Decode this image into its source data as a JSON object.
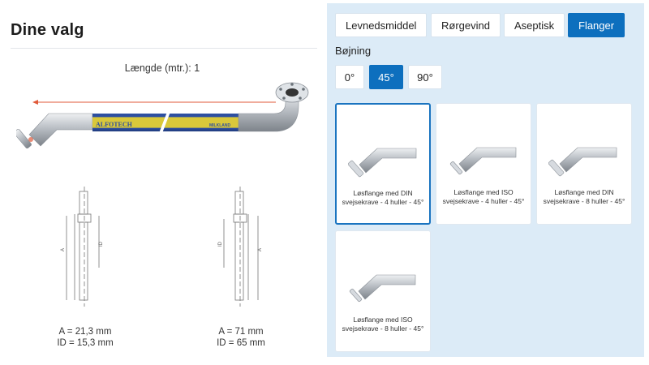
{
  "left": {
    "title": "Dine valg",
    "length_label": "Længde (mtr.): 1",
    "hose_brand_left": "ALFOTECH",
    "hose_brand_right": "MILKLAND",
    "drawing_a": {
      "dim_a_letter": "A",
      "dim_id_letter": "ID",
      "line1": "A = 21,3 mm",
      "line2": "ID = 15,3 mm"
    },
    "drawing_b": {
      "dim_a_letter": "A",
      "dim_id_letter": "ID",
      "line1": "A = 71 mm",
      "line2": "ID = 65 mm"
    }
  },
  "panel": {
    "tabs": [
      {
        "label": "Levnedsmiddel",
        "active": false
      },
      {
        "label": "Rørgevind",
        "active": false
      },
      {
        "label": "Aseptisk",
        "active": false
      },
      {
        "label": "Flanger",
        "active": true
      }
    ],
    "bend_label": "Bøjning",
    "bend_options": [
      {
        "label": "0°",
        "active": false
      },
      {
        "label": "45°",
        "active": true
      },
      {
        "label": "90°",
        "active": false
      }
    ],
    "products": [
      {
        "caption": "Løsflange med DIN svejsekrave - 4 huller - 45°",
        "selected": true
      },
      {
        "caption": "Løsflange med ISO svejsekrave - 4 huller - 45°",
        "selected": false
      },
      {
        "caption": "Løsflange med DIN svejsekrave - 8 huller - 45°",
        "selected": false
      },
      {
        "caption": "Løsflange med ISO svejsekrave - 8 huller - 45°",
        "selected": false
      }
    ],
    "colors": {
      "accent": "#0d6fbe",
      "panel_bg": "#dcebf7"
    }
  }
}
